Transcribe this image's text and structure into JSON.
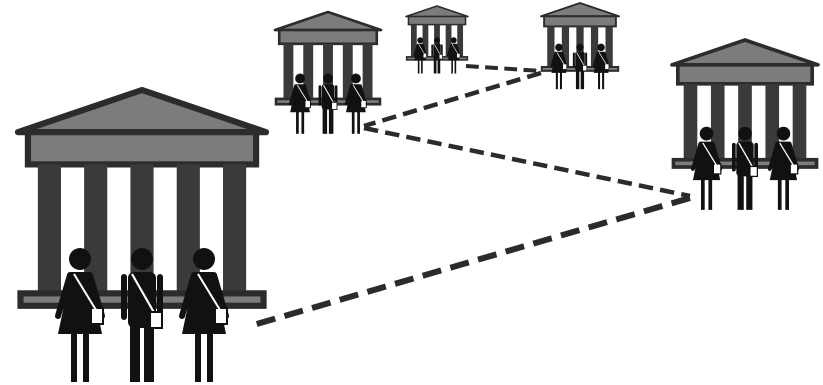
{
  "diagram": {
    "kind": "building-network",
    "nodes": [
      {
        "id": "building-large",
        "icon": "temple-building-icon",
        "people": [
          "woman-icon",
          "man-icon",
          "woman-icon"
        ]
      },
      {
        "id": "building-medium-left",
        "icon": "temple-building-icon",
        "people": [
          "woman-icon",
          "man-icon",
          "woman-icon"
        ]
      },
      {
        "id": "building-small-far",
        "icon": "temple-building-icon",
        "people": [
          "woman-icon",
          "man-icon",
          "woman-icon"
        ]
      },
      {
        "id": "building-small-right",
        "icon": "temple-building-icon",
        "people": [
          "woman-icon",
          "man-icon",
          "woman-icon"
        ]
      },
      {
        "id": "building-right",
        "icon": "temple-building-icon",
        "people": [
          "woman-icon",
          "man-icon",
          "woman-icon"
        ]
      }
    ],
    "links": [
      {
        "from": "building-small-far",
        "to": "building-small-right",
        "style": "dashed"
      },
      {
        "from": "building-small-right",
        "to": "building-medium-left",
        "style": "dashed"
      },
      {
        "from": "building-medium-left",
        "to": "building-right",
        "style": "dashed"
      },
      {
        "from": "building-right",
        "to": "building-large",
        "style": "dashed"
      }
    ]
  },
  "colors": {
    "roof": "#7c7c7c",
    "outline": "#2c2c2c",
    "column": "#3a3a3a",
    "people": "#111111",
    "line": "#2b2b2b",
    "background": "#ffffff"
  }
}
